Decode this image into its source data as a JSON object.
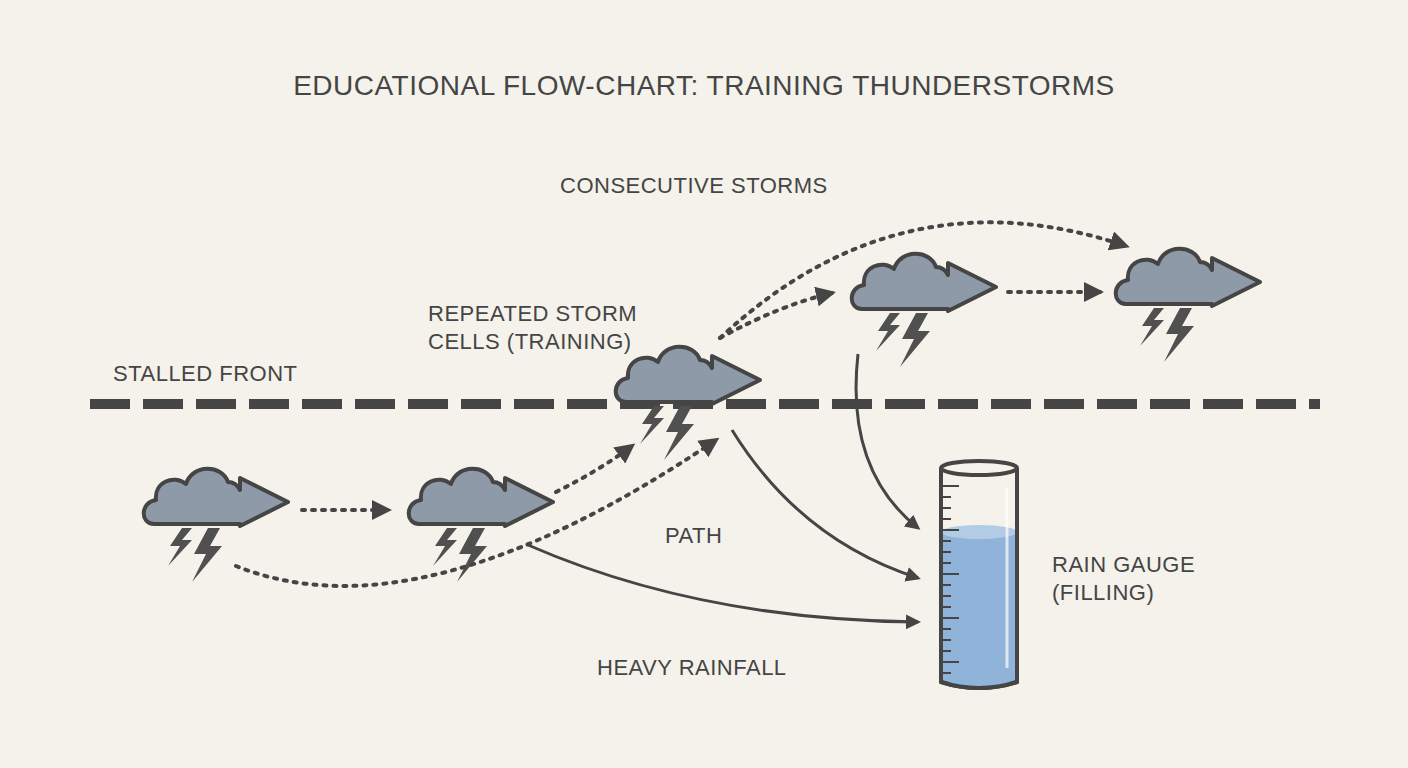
{
  "diagram": {
    "title": "EDUCATIONAL FLOW-CHART: TRAINING THUNDERSTORMS",
    "nodes": [
      {
        "text": [
          "RAIN GAUGE (FILLING)"
        ]
      }
    ],
    "labels": [
      "CONSECUTIVE STORMS",
      "REPEATED STORM CELLS (TRAINING)",
      "STALLED FRONT",
      "PATH",
      "HEAVY RAINFALL"
    ]
  }
}
